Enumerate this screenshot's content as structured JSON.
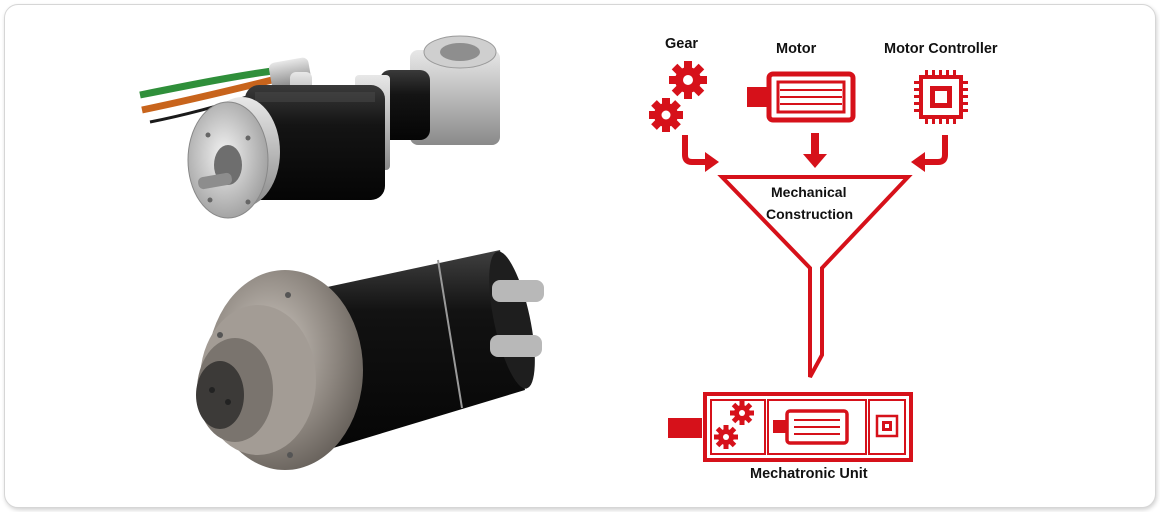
{
  "diagram": {
    "inputs": {
      "gear": "Gear",
      "motor": "Motor",
      "controller": "Motor Controller"
    },
    "funnel_label": [
      "Mechanical",
      "Construction"
    ],
    "output_label": "Mechatronic Unit",
    "accent_color": "#d6111a"
  },
  "photos": [
    {
      "icon": "geared-motor-with-cables"
    },
    {
      "icon": "spindle-motor-unit"
    }
  ]
}
